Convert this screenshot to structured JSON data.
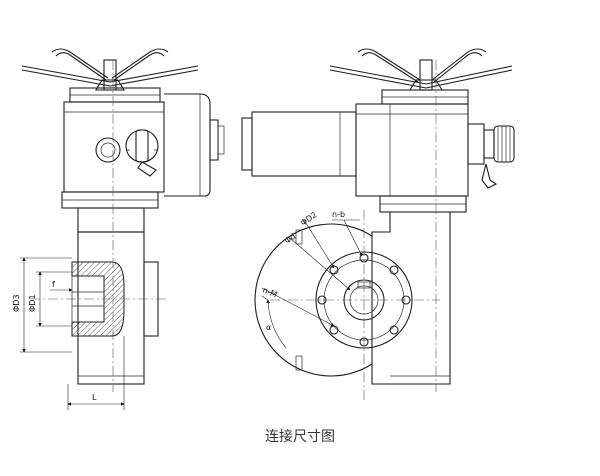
{
  "caption": "连接尺寸图",
  "labels": {
    "d3": "ΦD3",
    "d1": "ΦD1",
    "f": "f",
    "l": "L",
    "d2": "ΦD2",
    "d": "Φd",
    "nb": "n-b",
    "nm": "n-M",
    "alpha": "α"
  }
}
